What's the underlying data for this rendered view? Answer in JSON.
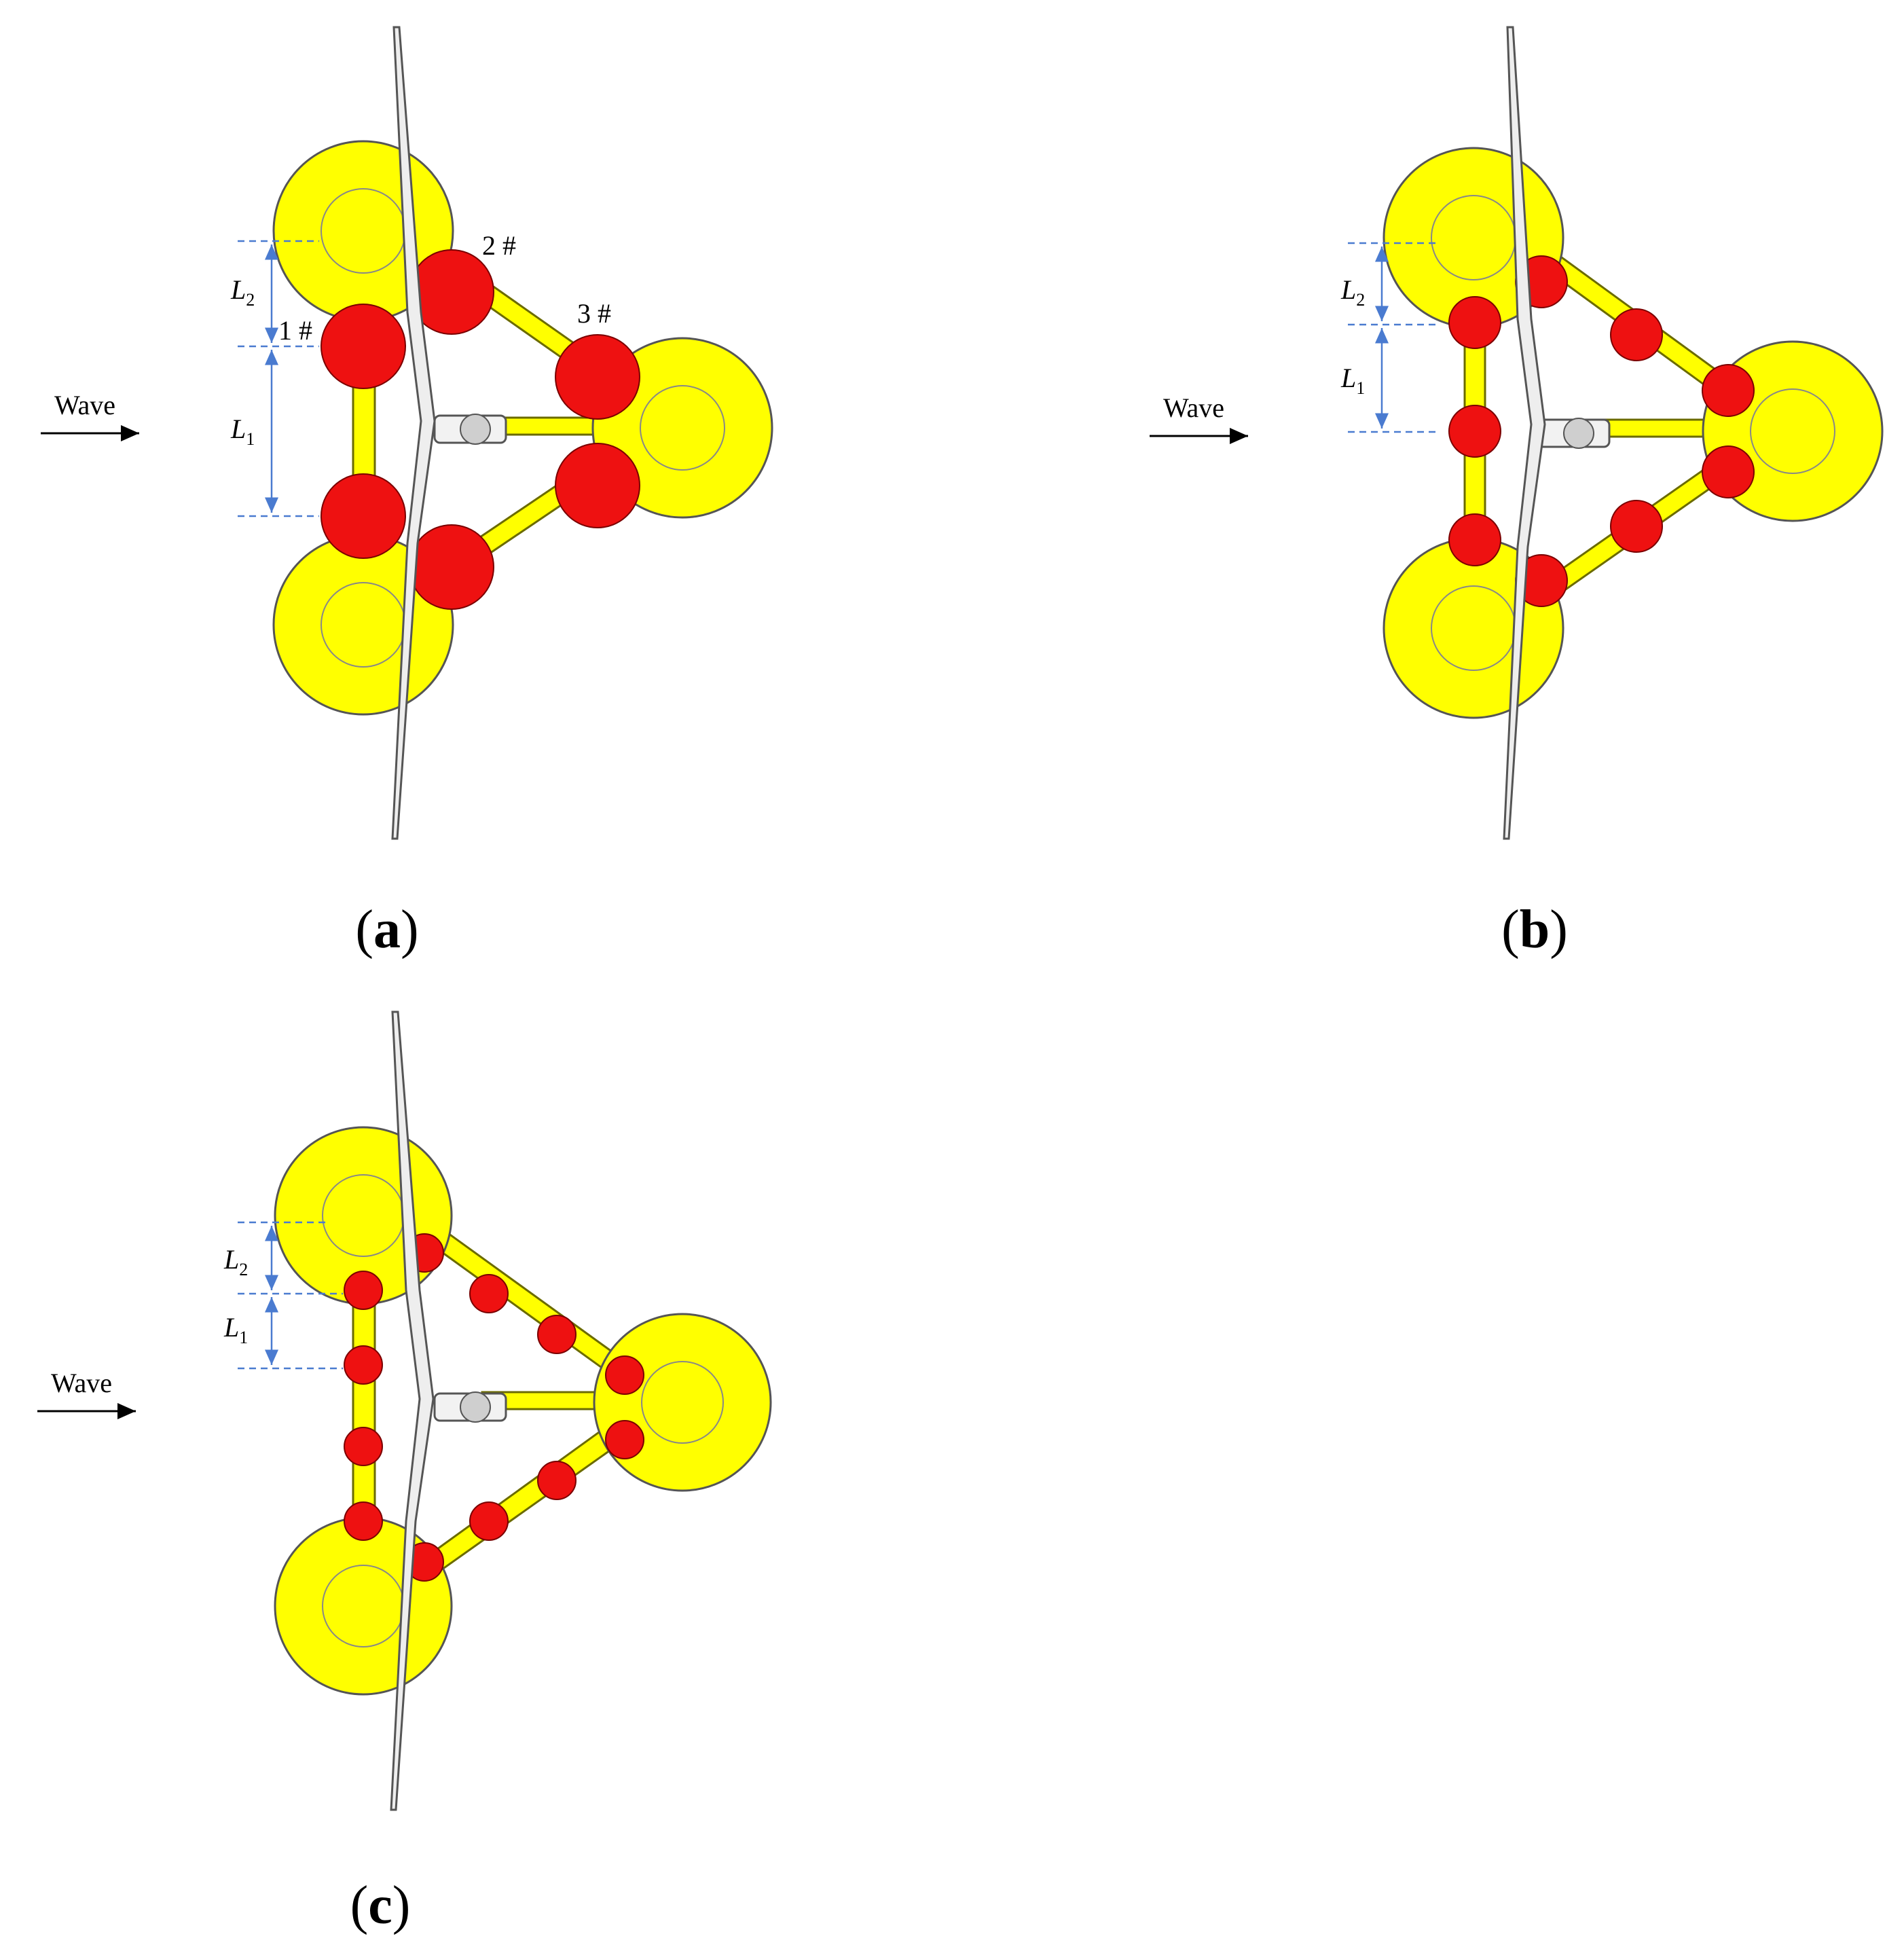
{
  "figure": {
    "panels": [
      {
        "id": "a",
        "label": "a",
        "wave_label": "Wave",
        "dim_labels": {
          "L1": {
            "letter": "L",
            "sub": "1"
          },
          "L2": {
            "letter": "L",
            "sub": "2"
          }
        },
        "tank_labels": [
          "1 #",
          "2 #",
          "3 #"
        ]
      },
      {
        "id": "b",
        "label": "b",
        "wave_label": "Wave",
        "dim_labels": {
          "L1": {
            "letter": "L",
            "sub": "1"
          },
          "L2": {
            "letter": "L",
            "sub": "2"
          }
        },
        "tank_labels": []
      },
      {
        "id": "c",
        "label": "c",
        "wave_label": "Wave",
        "dim_labels": {
          "L1": {
            "letter": "L",
            "sub": "1"
          },
          "L2": {
            "letter": "L",
            "sub": "2"
          }
        },
        "tank_labels": []
      }
    ],
    "colors": {
      "column": "#ffff00",
      "pontoon": "#ee1111",
      "dimension": "#4a7bd0",
      "outline": "#555555"
    }
  }
}
